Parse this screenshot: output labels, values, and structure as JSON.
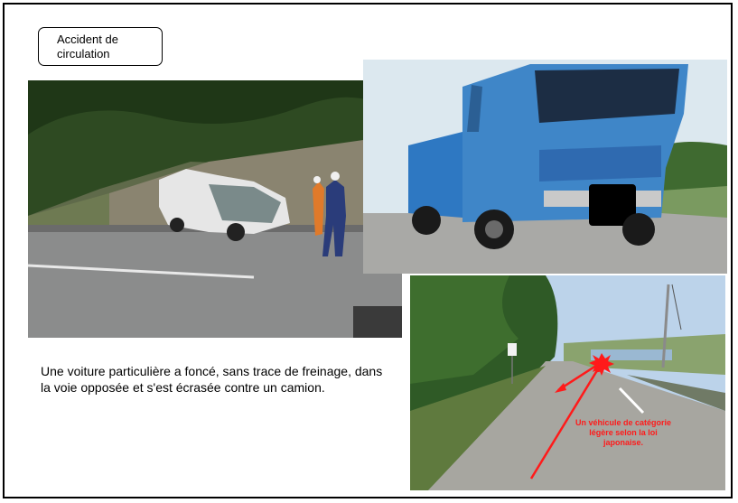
{
  "title_box": {
    "text": "Accident de circulation"
  },
  "caption": {
    "text": "Une voiture particulière a foncé, sans trace de freinage, dans la voie opposée et s'est écrasée contre un camion."
  },
  "road_photo": {
    "note": "Un véhicule de catégorie légère selon la loi japonaise."
  },
  "colors": {
    "note": "#ff1a1a",
    "truck_blue": "#3f86c8",
    "border": "#000000"
  },
  "photos": [
    {
      "name": "wrecked-car-photo"
    },
    {
      "name": "damaged-truck-photo"
    },
    {
      "name": "road-scene-photo"
    }
  ]
}
